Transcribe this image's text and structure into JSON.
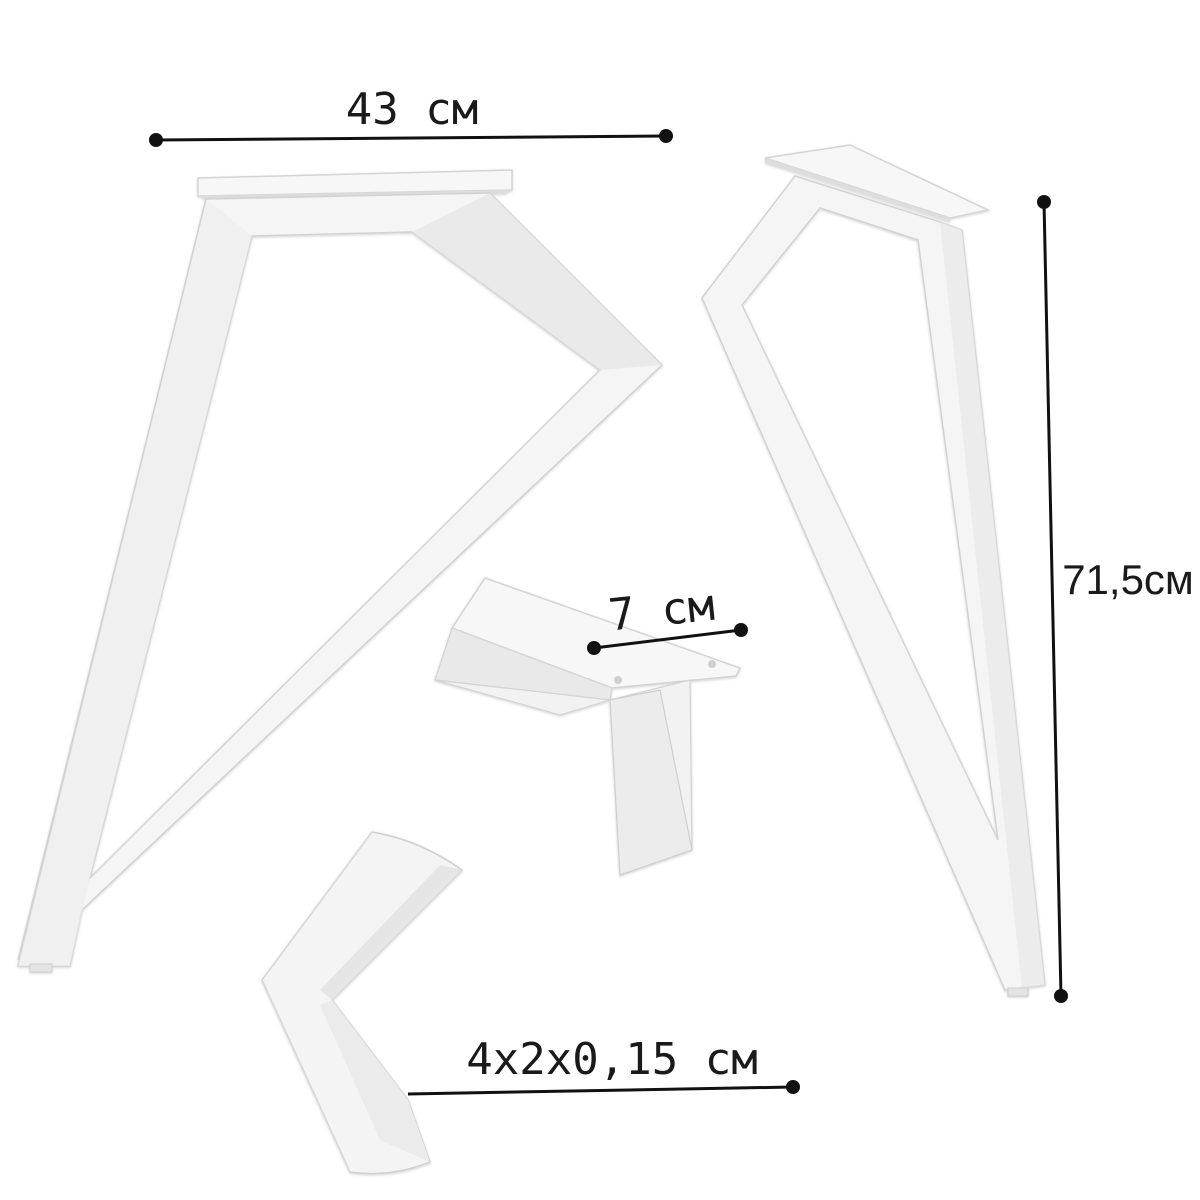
{
  "dimensions": {
    "width_label": "43 см",
    "height_label": "71,5см",
    "plate_label": "7 см",
    "profile_label": "4х2х0,15 см"
  },
  "colors": {
    "frame_face": "#f4f4f4",
    "frame_side": "#e2e2e2",
    "frame_shadow": "#cfcfcf",
    "dimension_line": "#111111"
  }
}
